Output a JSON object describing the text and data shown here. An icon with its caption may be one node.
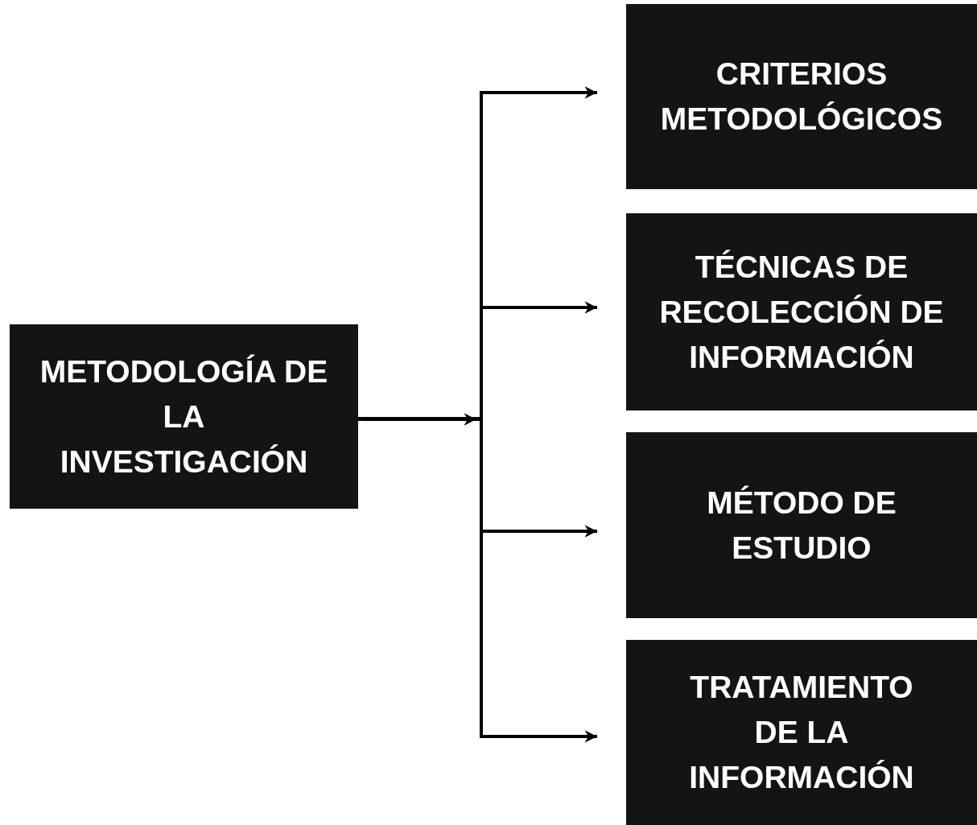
{
  "diagram": {
    "nodes": [
      {
        "text": [
          "METODOLOGÍA DE LA INVESTIGACIÓN"
        ]
      },
      {
        "text": [
          "CRITERIOS METODOLÓGICOS"
        ]
      },
      {
        "text": [
          "TÉCNICAS DE RECOLECCIÓN DE INFORMACIÓN"
        ]
      },
      {
        "text": [
          "MÉTODO DE ESTUDIO"
        ]
      },
      {
        "text": [
          "TRATAMIENTO DE LA INFORMACIÓN"
        ]
      }
    ],
    "edges": [
      {
        "from": 0,
        "to": 1,
        "arrow": "to"
      },
      {
        "from": 0,
        "to": 2,
        "arrow": "to"
      },
      {
        "from": 0,
        "to": 3,
        "arrow": "to"
      },
      {
        "from": 0,
        "to": 4,
        "arrow": "to"
      }
    ]
  }
}
